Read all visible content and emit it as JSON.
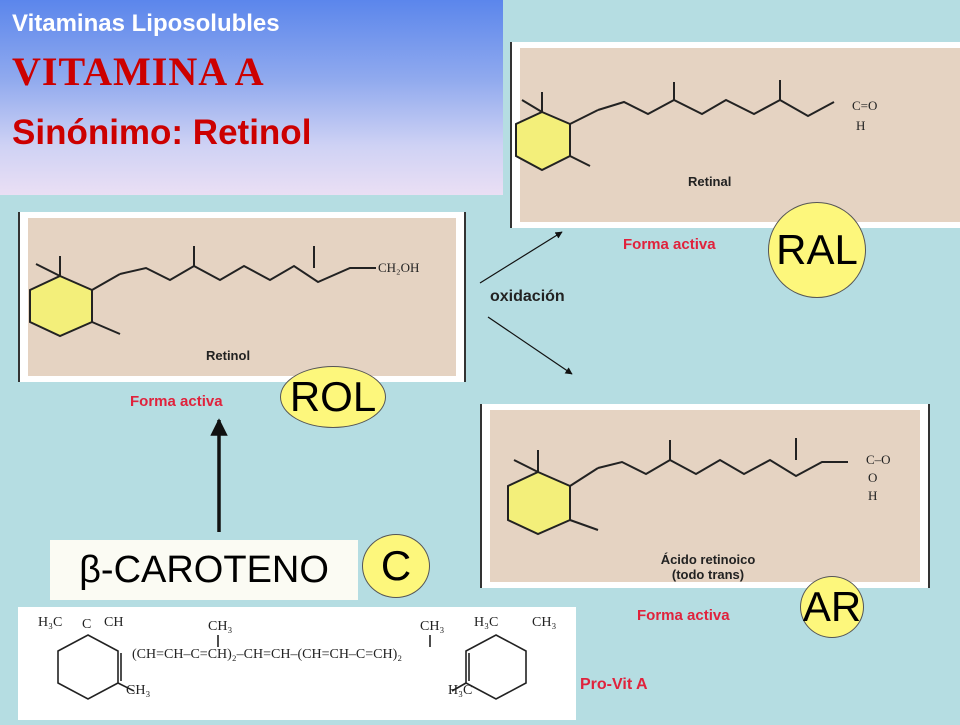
{
  "header": {
    "subtitle": "Vitaminas Liposolubles",
    "title": "VITAMINA A",
    "synonym": "Sinónimo: Retinol"
  },
  "molecules": {
    "retinol": {
      "name": "Retinol",
      "group": "CH₂OH",
      "forma": "Forma activa",
      "abbr": "ROL"
    },
    "retinal": {
      "name": "Retinal",
      "group_top": "C=O",
      "group_bottom": "H",
      "forma": "Forma activa",
      "abbr": "RAL"
    },
    "acido": {
      "name_line1": "Ácido retinoico",
      "name_line2": "(todo trans)",
      "group_top": "C–O",
      "group_mid": "O",
      "group_bottom": "H",
      "forma": "Forma activa",
      "abbr": "AR"
    }
  },
  "oxidation_label": "oxidación",
  "carotene": {
    "label": "β-CAROTENO",
    "abbr": "C",
    "tag": "Pro-Vit A"
  },
  "formula": {
    "chain": "(CH=CH–C=CH)₂–CH=CH–(CH=CH–C=CH)₂",
    "left_top": "H₃C",
    "left_c": "C",
    "left_ch3": "CH",
    "left_bottom": "CH₃",
    "mid_ch3_1": "CH₃",
    "mid_ch3_2": "CH₃",
    "right_top1": "H₃C",
    "right_top2": "CH₃",
    "right_bottom": "H₃C"
  },
  "colors": {
    "background": "#b5dde2",
    "title_red": "#cc0000",
    "forma_red": "#e0223c",
    "circle_yellow": "#fdf77c"
  }
}
